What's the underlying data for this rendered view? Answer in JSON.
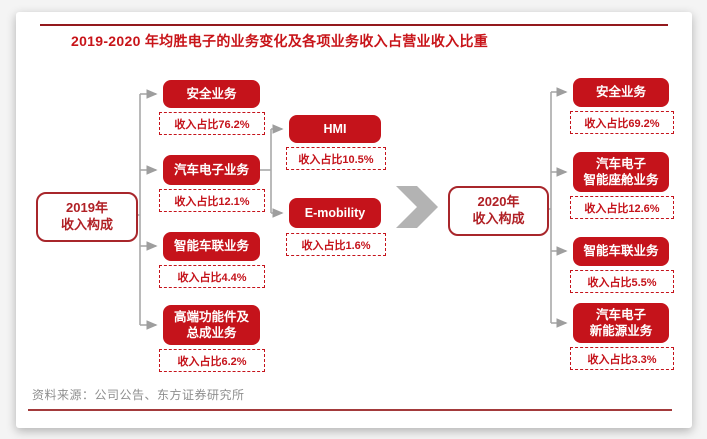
{
  "header": {
    "title": "2019-2020 年均胜电子的业务变化及各项业务收入占营业收入比重"
  },
  "footer": {
    "source": "资料来源：公司公告、东方证券研究所"
  },
  "colors": {
    "box_red": "#c5131b",
    "title_red": "#c81419",
    "rule_dark_red": "#93191d",
    "connector_gray": "#a9a9a9",
    "chevron_gray": "#b3b3b3"
  },
  "left_tree": {
    "root_label": "2019年\n收入构成",
    "branches": [
      {
        "label": "安全业务",
        "share": "收入占比76.2%"
      },
      {
        "label": "汽车电子业务",
        "share": "收入占比12.1%"
      },
      {
        "label": "智能车联业务",
        "share": "收入占比4.4%"
      },
      {
        "label": "高端功能件及\n总成业务",
        "share": "收入占比6.2%"
      }
    ],
    "sub_branches": [
      {
        "label": "HMI",
        "share": "收入占比10.5%"
      },
      {
        "label": "E-mobility",
        "share": "收入占比1.6%"
      }
    ]
  },
  "right_tree": {
    "root_label": "2020年\n收入构成",
    "branches": [
      {
        "label": "安全业务",
        "share": "收入占比69.2%"
      },
      {
        "label": "汽车电子\n智能座舱业务",
        "share": "收入占比12.6%"
      },
      {
        "label": "智能车联业务",
        "share": "收入占比5.5%"
      },
      {
        "label": "汽车电子\n新能源业务",
        "share": "收入占比3.3%"
      }
    ]
  }
}
